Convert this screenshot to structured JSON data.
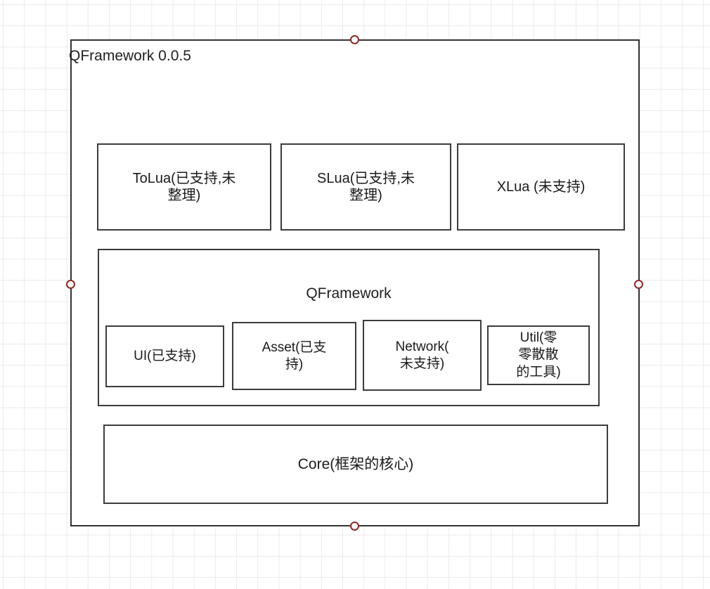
{
  "diagram": {
    "title": "QFramework 0.0.5",
    "background": {
      "grid": "graph-paper",
      "grid_color": "#ebebeb",
      "page_color": "#ffffff"
    },
    "colors": {
      "shape_border": "#3c3c3c",
      "shape_fill": "#ffffff",
      "text": "#1a1a1a",
      "handle_stroke": "#8c2a2a"
    },
    "outer": {
      "label": "QFramework 0.0.5",
      "selected": true
    },
    "lua_row": [
      {
        "id": "tolua",
        "label": "ToLua(已支持,未\n整理)"
      },
      {
        "id": "slua",
        "label": "SLua(已支持,未\n整理)"
      },
      {
        "id": "xlua",
        "label": "XLua (未支持)"
      }
    ],
    "qframework": {
      "label": "QFramework",
      "modules": [
        {
          "id": "ui",
          "label": "UI(已支持)"
        },
        {
          "id": "asset",
          "label": "Asset(已支\n持)"
        },
        {
          "id": "network",
          "label": "Network(\n未支持)"
        },
        {
          "id": "util",
          "label": "Util(零\n零散散\n的工具)"
        }
      ]
    },
    "core": {
      "label": "Core(框架的核心)"
    },
    "handles": [
      {
        "id": "top",
        "position": "top-center"
      },
      {
        "id": "right",
        "position": "middle-right"
      },
      {
        "id": "bottom",
        "position": "bottom-center"
      },
      {
        "id": "left",
        "position": "middle-left"
      }
    ]
  }
}
